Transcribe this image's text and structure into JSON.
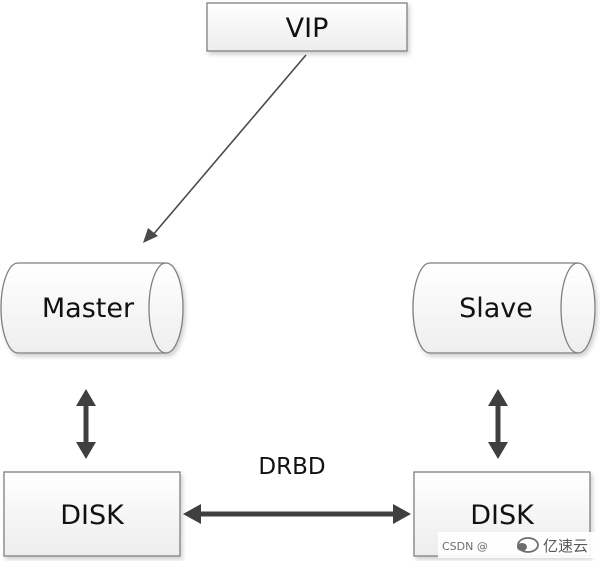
{
  "nodes": {
    "vip": {
      "label": "VIP"
    },
    "master": {
      "label": "Master"
    },
    "slave": {
      "label": "Slave"
    },
    "disk_left": {
      "label": "DISK"
    },
    "disk_right": {
      "label": "DISK"
    }
  },
  "edges": {
    "replication": {
      "label": "DRBD"
    }
  },
  "watermark": {
    "csdn": "CSDN @",
    "brand": "亿速云",
    "logo_icon": "cloud-logo-icon"
  },
  "colors": {
    "box_fill_top": "#ffffff",
    "box_fill_bottom": "#efefef",
    "box_stroke": "#7f7f7f",
    "arrow_thin": "#4a4a4a",
    "arrow_thick": "#3f3f3f",
    "text": "#111111"
  }
}
